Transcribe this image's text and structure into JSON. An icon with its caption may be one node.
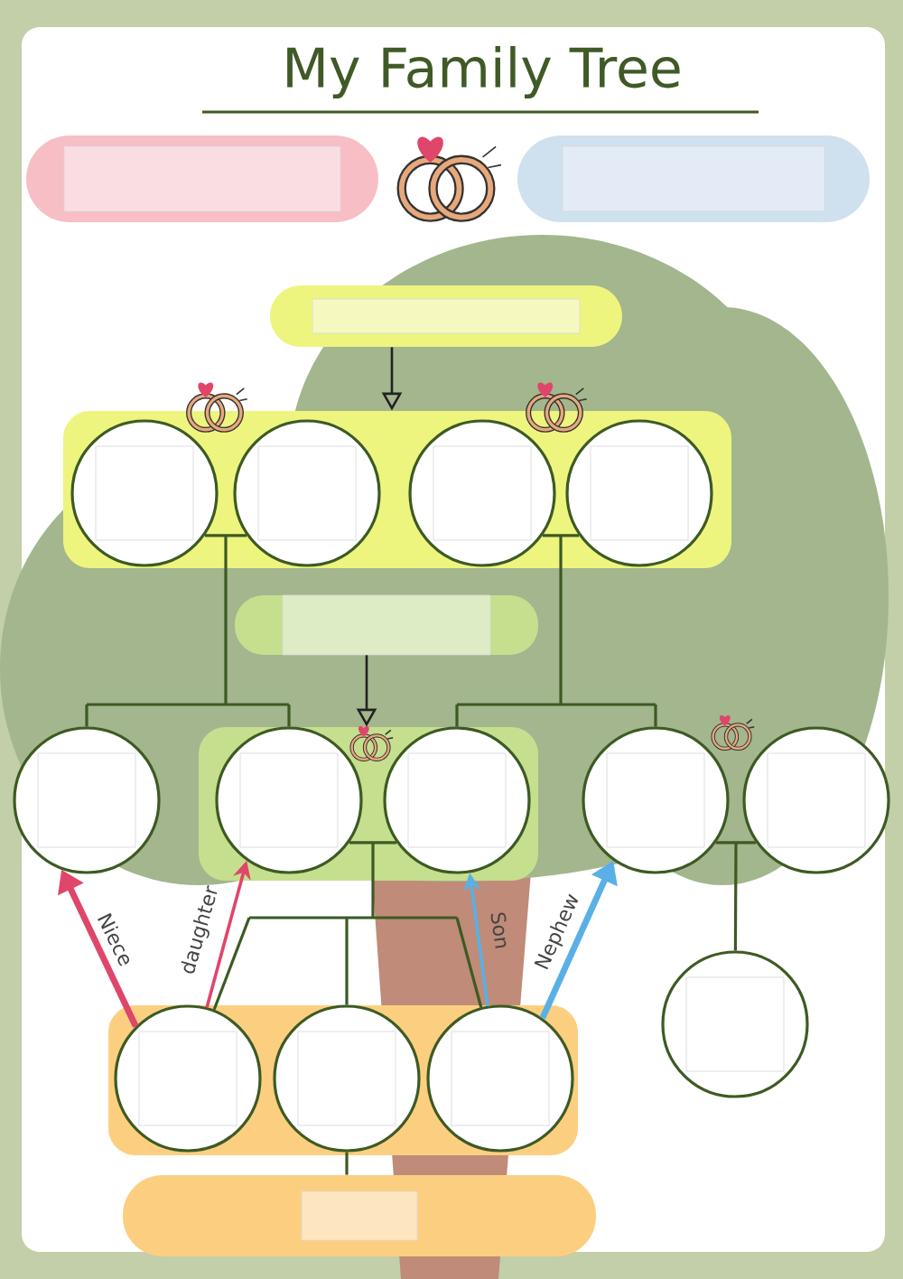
{
  "diagram": {
    "title": "My Family Tree",
    "nodes": [
      {
        "text": [],
        "shape": "box"
      },
      {
        "text": [],
        "shape": "box"
      },
      {
        "text": [],
        "shape": "box"
      },
      {
        "text": [],
        "shape": "box"
      },
      {
        "text": [],
        "shape": "circle",
        "in": 3
      },
      {
        "text": [],
        "shape": "circle",
        "in": 3
      },
      {
        "text": [],
        "shape": "circle",
        "in": 3
      },
      {
        "text": [],
        "shape": "circle",
        "in": 3
      },
      {
        "text": [],
        "shape": "box"
      },
      {
        "text": [],
        "shape": "circle"
      },
      {
        "text": [],
        "shape": "box"
      },
      {
        "text": [],
        "shape": "circle",
        "in": 10
      },
      {
        "text": [],
        "shape": "circle",
        "in": 10
      },
      {
        "text": [],
        "shape": "circle"
      },
      {
        "text": [],
        "shape": "circle"
      },
      {
        "text": [],
        "shape": "circle"
      },
      {
        "text": [],
        "shape": "box"
      },
      {
        "text": [],
        "shape": "circle",
        "in": 16
      },
      {
        "text": [],
        "shape": "circle",
        "in": 16
      },
      {
        "text": [],
        "shape": "circle",
        "in": 16
      },
      {
        "text": [],
        "shape": "box"
      }
    ],
    "edges": [
      {
        "from": 2,
        "to": 3,
        "arrow": "to",
        "color": "#222222"
      },
      {
        "from": 8,
        "to": 10,
        "arrow": "to",
        "color": "#222222"
      },
      {
        "from": 4,
        "to": 9,
        "arrow": "none"
      },
      {
        "from": 5,
        "to": 9,
        "arrow": "none"
      },
      {
        "from": 4,
        "to": 11,
        "arrow": "none"
      },
      {
        "from": 5,
        "to": 11,
        "arrow": "none"
      },
      {
        "from": 6,
        "to": 12,
        "arrow": "none"
      },
      {
        "from": 7,
        "to": 12,
        "arrow": "none"
      },
      {
        "from": 6,
        "to": 13,
        "arrow": "none"
      },
      {
        "from": 7,
        "to": 13,
        "arrow": "none"
      },
      {
        "from": 11,
        "to": 17,
        "arrow": "none"
      },
      {
        "from": 12,
        "to": 17,
        "arrow": "none"
      },
      {
        "from": 11,
        "to": 18,
        "arrow": "none"
      },
      {
        "from": 12,
        "to": 18,
        "arrow": "none"
      },
      {
        "from": 11,
        "to": 19,
        "arrow": "none"
      },
      {
        "from": 12,
        "to": 19,
        "arrow": "none"
      },
      {
        "from": 13,
        "to": 15,
        "arrow": "none"
      },
      {
        "from": 14,
        "to": 15,
        "arrow": "none"
      },
      {
        "from": 18,
        "to": 20,
        "arrow": "none"
      },
      {
        "from": 17,
        "to": 9,
        "arrow": "to",
        "label": "Niece",
        "style": "thick",
        "color": "#e0456a"
      },
      {
        "from": 17,
        "to": 11,
        "arrow": "to",
        "label": "daughter",
        "color": "#e0456a"
      },
      {
        "from": 19,
        "to": 12,
        "arrow": "to",
        "label": "Son",
        "color": "#5ab0e6"
      },
      {
        "from": 19,
        "to": 13,
        "arrow": "to",
        "label": "Nephew",
        "style": "thick",
        "color": "#5ab0e6"
      }
    ]
  }
}
